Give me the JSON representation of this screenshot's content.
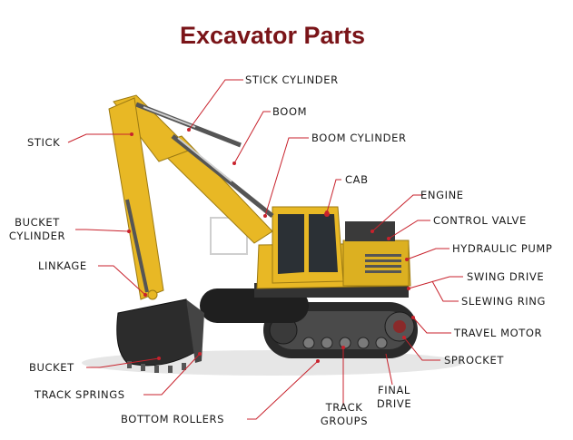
{
  "title": "Excavator Parts",
  "colors": {
    "title": "#7a1418",
    "leader_line": "#c8222c",
    "body": "#e8b825",
    "track": "#2a2a2a"
  },
  "labels": {
    "stick_cylinder": "STICK CYLINDER",
    "boom": "BOOM",
    "stick": "STICK",
    "boom_cylinder": "BOOM CYLINDER",
    "cab": "CAB",
    "engine": "ENGINE",
    "bucket_cylinder_1": "BUCKET",
    "bucket_cylinder_2": "CYLINDER",
    "control_valve": "CONTROL VALVE",
    "linkage": "LINKAGE",
    "hydraulic_pump": "HYDRAULIC PUMP",
    "swing_drive": "SWING DRIVE",
    "slewing_ring": "SLEWING RING",
    "travel_motor": "TRAVEL MOTOR",
    "sprocket": "SPROCKET",
    "bucket": "BUCKET",
    "final_drive_1": "FINAL",
    "final_drive_2": "DRIVE",
    "track_springs": "TRACK SPRINGS",
    "track_groups_1": "TRACK",
    "track_groups_2": "GROUPS",
    "bottom_rollers": "BOTTOM ROLLERS"
  }
}
